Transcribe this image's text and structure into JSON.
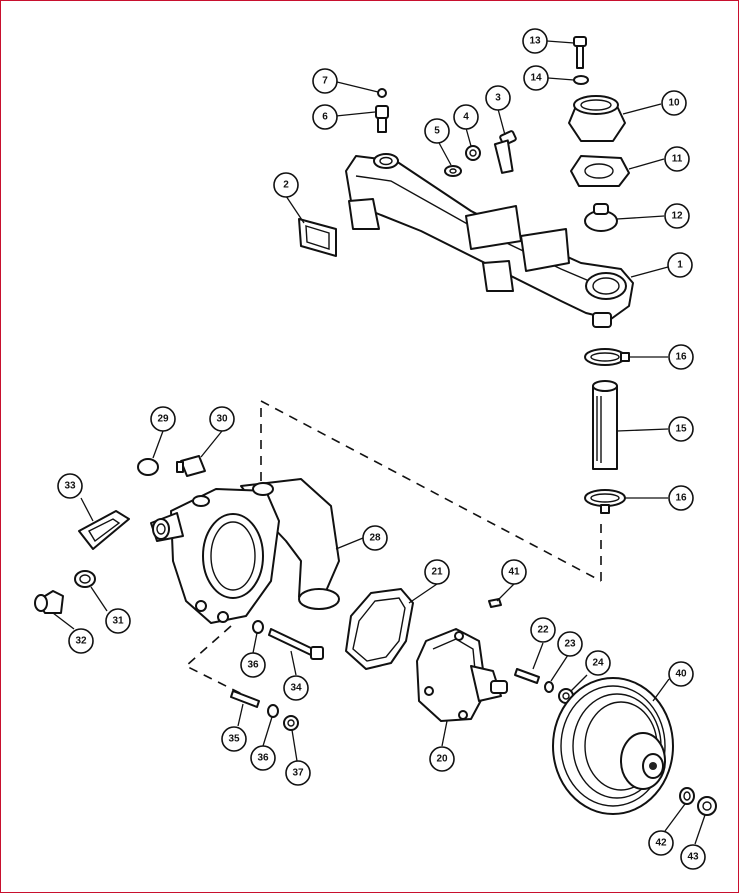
{
  "diagram": {
    "border_color": "#c8102e",
    "callouts": [
      "1",
      "2",
      "3",
      "4",
      "5",
      "6",
      "7",
      "10",
      "11",
      "12",
      "13",
      "14",
      "15",
      "16",
      "16",
      "20",
      "21",
      "22",
      "23",
      "24",
      "28",
      "29",
      "30",
      "31",
      "32",
      "33",
      "34",
      "35",
      "36",
      "36",
      "37",
      "40",
      "41",
      "42",
      "43"
    ]
  }
}
